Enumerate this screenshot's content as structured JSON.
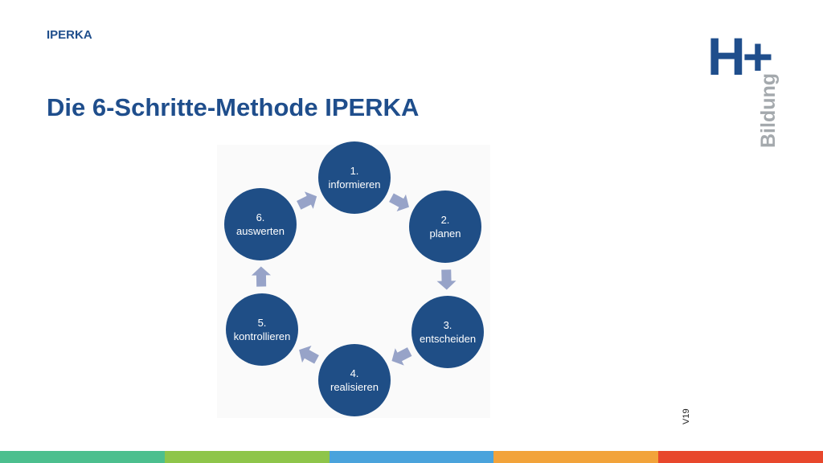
{
  "header": {
    "topic": "IPERKA",
    "title": "Die 6-Schritte-Methode IPERKA"
  },
  "logo": {
    "mark": "H+",
    "subtitle": "Bildung"
  },
  "diagram": {
    "steps": [
      {
        "number": "1.",
        "label": "informieren"
      },
      {
        "number": "2.",
        "label": "planen"
      },
      {
        "number": "3.",
        "label": "entscheiden"
      },
      {
        "number": "4.",
        "label": "realisieren"
      },
      {
        "number": "5.",
        "label": "kontrollieren"
      },
      {
        "number": "6.",
        "label": "auswerten"
      }
    ],
    "colors": {
      "circle": "#1f4e86",
      "arrow": "#97a3c8",
      "text": "#ffffff"
    }
  },
  "footer": {
    "version": "V19",
    "colors": [
      "#4cbf8e",
      "#8ec54a",
      "#4aa3dc",
      "#f2a33a",
      "#e8472c"
    ]
  }
}
